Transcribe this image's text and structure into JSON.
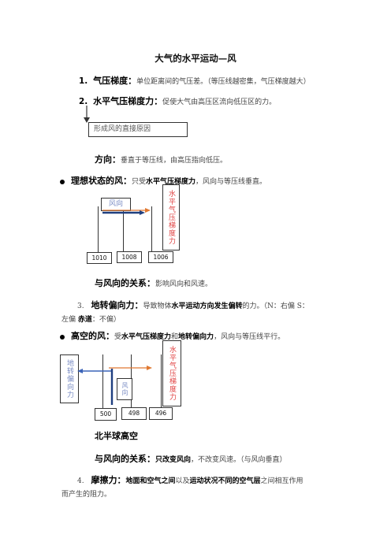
{
  "title": "大气的水平运动—风",
  "s1": {
    "num": "1.",
    "term": "气压梯度：",
    "text": "单位距离间的气压差。（等压线越密集，气压梯度越大）"
  },
  "s2": {
    "num": "2.",
    "term": "水平气压梯度力：",
    "text": "促使大气由高压区流向低压区的力。"
  },
  "cause_box": "形成风的直接原因",
  "direction": {
    "term": "方向：",
    "text": "垂直于等压线，由高压指向低压。"
  },
  "ideal": {
    "term": "理想状态的风：",
    "t1": "只受",
    "bold": "水平气压梯度力",
    "t2": "，风向与等压线垂直。"
  },
  "diagram1": {
    "wind_label": "风向",
    "force_label": "水平气压梯度力",
    "isobars": [
      "1010",
      "1008",
      "1006"
    ],
    "colors": {
      "wind": "#1f3f7f",
      "force": "#e07830"
    }
  },
  "relation1": {
    "term": "与风向的关系：",
    "text": "影响风向和风速。"
  },
  "s3": {
    "num": "3.",
    "term": "地转偏向力：",
    "t1": "导致物体",
    "bold": "水平运动方向发生偏转",
    "t2": "的力。（N：右偏 S：",
    "line2a": "左偏 ",
    "line2b": "赤道",
    "line2c": "：不偏）"
  },
  "upper": {
    "term": "高空的风：",
    "t1": "受",
    "bold1": "水平气压梯度力",
    "t2": "和",
    "bold2": "地转偏向力",
    "t3": "，风向与等压线平行。"
  },
  "diagram2": {
    "coriolis_label": "地转偏向力",
    "wind_label": "风向",
    "force_label": "水平气压梯度力",
    "isobars": [
      "500",
      "498",
      "496"
    ],
    "colors": {
      "coriolis": "#3a63b8",
      "force": "#e07830",
      "wind": "#1f3f7f"
    }
  },
  "caption": "北半球高空",
  "relation2": {
    "term": "与风向的关系：",
    "bold": "只改变风向",
    "text": "，不改变风速。（与风向垂直）"
  },
  "s4": {
    "num": "4.",
    "term": "摩擦力：",
    "b1": "地面和空气之间",
    "t1": "以及",
    "b2": "运动状况不同的空气层",
    "t2": "之间相互作用",
    "line2": "而产生的阻力。"
  }
}
